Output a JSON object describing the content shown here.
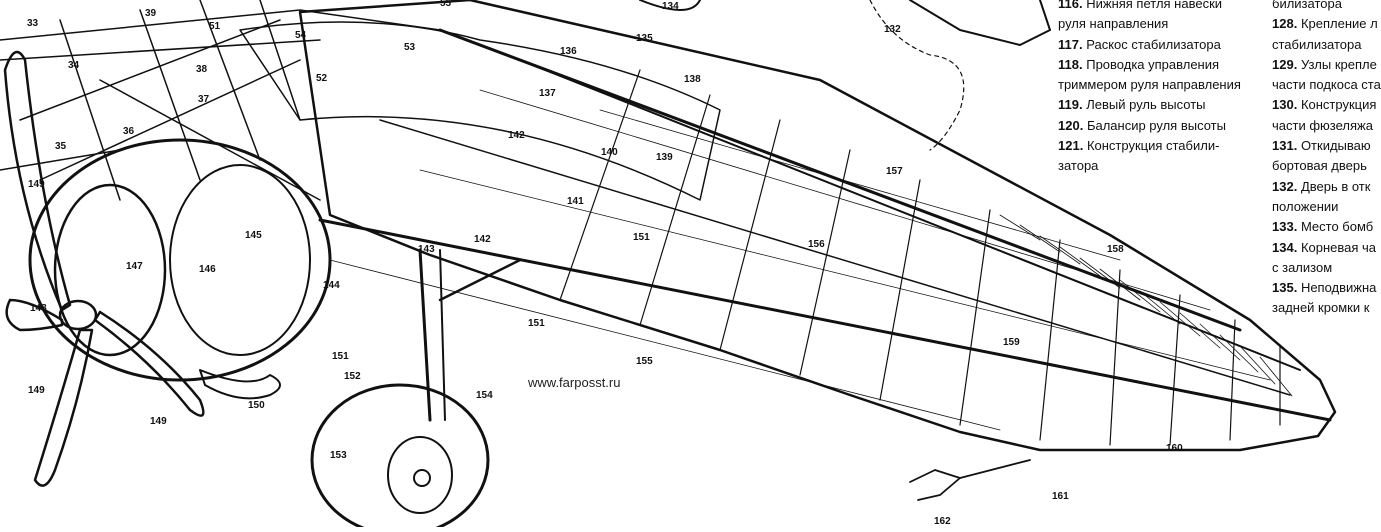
{
  "website": "www.farposst.ru",
  "callouts": [
    "33",
    "39",
    "51",
    "55",
    "134",
    "132",
    "34",
    "54",
    "53",
    "135",
    "136",
    "138",
    "38",
    "52",
    "37",
    "137",
    "36",
    "142",
    "35",
    "140",
    "139",
    "157",
    "149",
    "141",
    "145",
    "143",
    "142",
    "151",
    "156",
    "158",
    "147",
    "146",
    "144",
    "148",
    "159",
    "151",
    "155",
    "152",
    "151",
    "154",
    "150",
    "149",
    "149",
    "153",
    "160",
    "161",
    "162"
  ],
  "legend_mid": [
    {
      "n": "116.",
      "t": "Нижняя петля навески"
    },
    {
      "n": "",
      "t": "руля направления"
    },
    {
      "n": "117.",
      "t": "Раскос стабилизатора"
    },
    {
      "n": "118.",
      "t": "Проводка управления"
    },
    {
      "n": "",
      "t": "триммером руля направления"
    },
    {
      "n": "119.",
      "t": "Левый руль высоты"
    },
    {
      "n": "120.",
      "t": "Балансир руля высоты"
    },
    {
      "n": "121.",
      "t": "Конструкция стабили-"
    },
    {
      "n": "",
      "t": "затора"
    }
  ],
  "legend_right": [
    {
      "n": "",
      "t": "билизатора"
    },
    {
      "n": "128.",
      "t": "Крепление л"
    },
    {
      "n": "",
      "t": "стабилизатора"
    },
    {
      "n": "129.",
      "t": "Узлы крепле"
    },
    {
      "n": "",
      "t": "части подкоса ста"
    },
    {
      "n": "130.",
      "t": "Конструкция"
    },
    {
      "n": "",
      "t": "части фюзеляжа"
    },
    {
      "n": "131.",
      "t": "Откидываю"
    },
    {
      "n": "",
      "t": "бортовая дверь"
    },
    {
      "n": "132.",
      "t": "Дверь в отк"
    },
    {
      "n": "",
      "t": "положении"
    },
    {
      "n": "133.",
      "t": "Место бомб"
    },
    {
      "n": "134.",
      "t": "Корневая ча"
    },
    {
      "n": "",
      "t": "с зализом"
    },
    {
      "n": "135.",
      "t": "Неподвижна"
    },
    {
      "n": "",
      "t": "задней кромки к"
    }
  ]
}
